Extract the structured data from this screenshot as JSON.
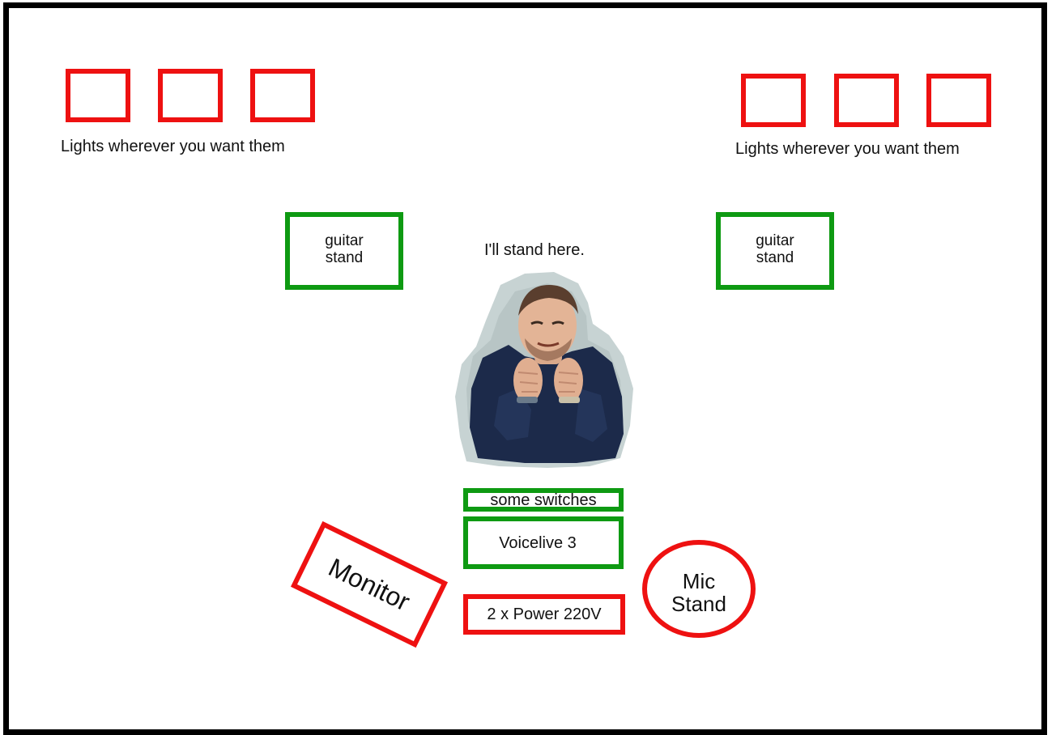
{
  "lights": {
    "left_label": "Lights wherever you want them",
    "right_label": "Lights wherever you want them"
  },
  "guitar_stand": {
    "left_line1": "guitar",
    "left_line2": "stand",
    "right_line1": "guitar",
    "right_line2": "stand"
  },
  "performer": {
    "caption": "I'll stand here."
  },
  "equipment": {
    "switches": "some switches",
    "voicelive": "Voicelive 3",
    "power": "2 x Power 220V",
    "monitor": "Monitor",
    "mic_line1": "Mic",
    "mic_line2": "Stand"
  },
  "colors": {
    "red": "#ee1111",
    "green": "#0e9a12",
    "frame": "#000000"
  }
}
